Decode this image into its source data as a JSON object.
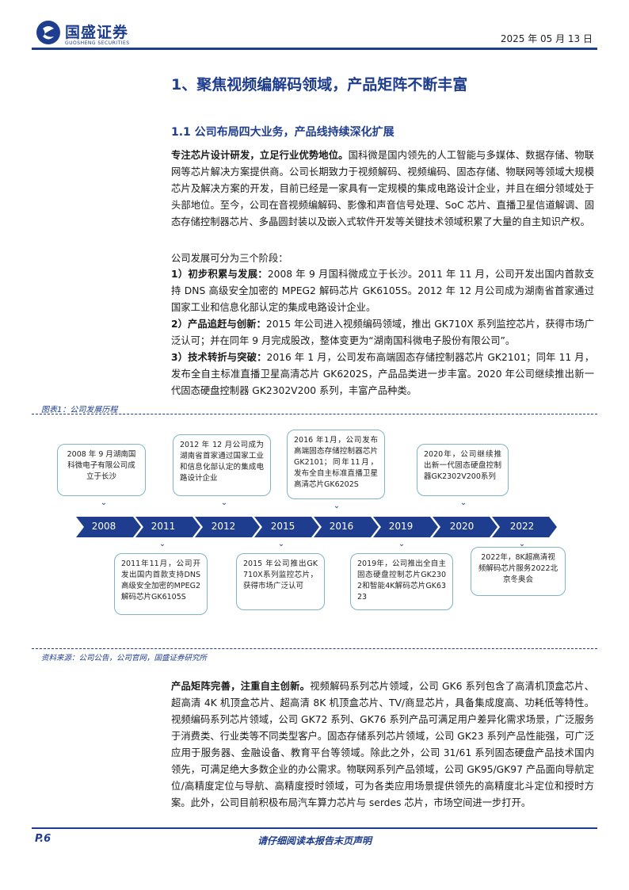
{
  "header": {
    "brand": "国盛证券",
    "brand_en": "GUOSHENG SECURITIES",
    "date": "2025 年 05 月 13 日"
  },
  "section_title": "1、聚焦视频编解码领域，产品矩阵不断丰富",
  "subsection_title": "1.1 公司布局四大业务，产品线持续深化扩展",
  "para1": {
    "bold": "专注芯片设计研发，立足行业优势地位。",
    "text": "国科微是国内领先的人工智能与多媒体、数据存储、物联网等芯片解决方案提供商。公司长期致力于视频解码、视频编码、固态存储、物联网等领域大规模芯片及解决方案的开发，目前已经是一家具有一定规模的集成电路设计企业，并且在细分领域处于头部地位。至今，公司在音视频编解码、影像和声音信号处理、SoC 芯片、直播卫星信道解调、固态存储控制器芯片、多晶圆封装以及嵌入式软件开发等关键技术领域积累了大量的自主知识产权。"
  },
  "stage_intro": "公司发展可分为三个阶段：",
  "stages": [
    {
      "label": "1）初步积累与发展：",
      "text": "2008 年 9 月国科微成立于长沙。2011 年 11 月，公司开发出国内首款支持 DNS 高级安全加密的 MPEG2 解码芯片 GK6105S。2012 年 12 月公司成为湖南省首家通过国家工业和信息化部认定的集成电路设计企业。"
    },
    {
      "label": "2）产品追赶与创新：",
      "text": "2015 年公司进入视频编码领域，推出 GK710X 系列监控芯片，获得市场广泛认可；并在同年 9 月完成股改，整体变更为“湖南国科微电子股份有限公司”。"
    },
    {
      "label": "3）技术转折与突破：",
      "text": "2016 年 1 月，公司发布高端固态存储控制器芯片 GK2101；同年 11 月，发布全自主标准直播卫星高清芯片 GK6202S，产品品类进一步丰富。2020 年公司继续推出新一代固态硬盘控制器 GK2302V200 系列，丰富产品种类。"
    }
  ],
  "figure": {
    "caption": "图表1：公司发展历程",
    "source": "资料来源：公司公告，公司官网，国盛证券研究所",
    "years": [
      "2008",
      "2011",
      "2012",
      "2015",
      "2016",
      "2019",
      "2020",
      "2022"
    ],
    "events_above": [
      "2008 年 9 月湖南国科微电子有限公司成立于长沙",
      "2012 年 12 月公司成为湖南省首家通过国家工业和信息化部认定的集成电路设计企业",
      "2016 年1月，公司发布高端固态存储控制器芯片GK2101；同年11月，发布全自主标准直播卫星高清芯片GK6202S",
      "2020年，公司继续推出新一代固态硬盘控制器GK2302V200系列"
    ],
    "events_below": [
      "2011年11月，公司开发出国内首款支持DNS高级安全加密的MPEG2解码芯片GK6105S",
      "2015 年公司推出GK710X系列监控芯片，获得市场广泛认可",
      "2019年，公司推出全自主固态硬盘控制芯片GK2302和智能4K解码芯片GK6323",
      "2022年，8K超高清视频解码芯片服务2022北京冬奥会"
    ],
    "colors": {
      "arrow": "#1f3d8f",
      "box_border": "#7fb6c4"
    }
  },
  "para3": {
    "bold": "产品矩阵完善，注重自主创新。",
    "text": "视频解码系列芯片领域，公司 GK6 系列包含了高清机顶盒芯片、超高清 4K 机顶盒芯片、超高清 8K 机顶盒芯片、TV/商显芯片，具备集成度高、功耗低等特性。视频编码系列芯片领域，公司 GK72 系列、GK76 系列产品可满足用户差异化需求场景，广泛服务于消费类、行业类等不同类型客户。固态存储系列芯片领域，公司 GK23 系列产品性能强，可广泛应用于服务器、金融设备、教育平台等领域。除此之外，公司 31/61 系列固态硬盘产品技术国内领先，可满足绝大多数企业的办公需求。物联网系列产品领域，公司 GK95/GK97 产品面向导航定位/高精度定位与导航、高精度授时领域，可为各类应用场景提供领先的高精度北斗定位和授时方案。此外，公司目前积极布局汽车算力芯片与 serdes 芯片，市场空间进一步打开。"
  },
  "footer": {
    "page": "P.6",
    "disclaimer": "请仔细阅读本报告末页声明"
  }
}
